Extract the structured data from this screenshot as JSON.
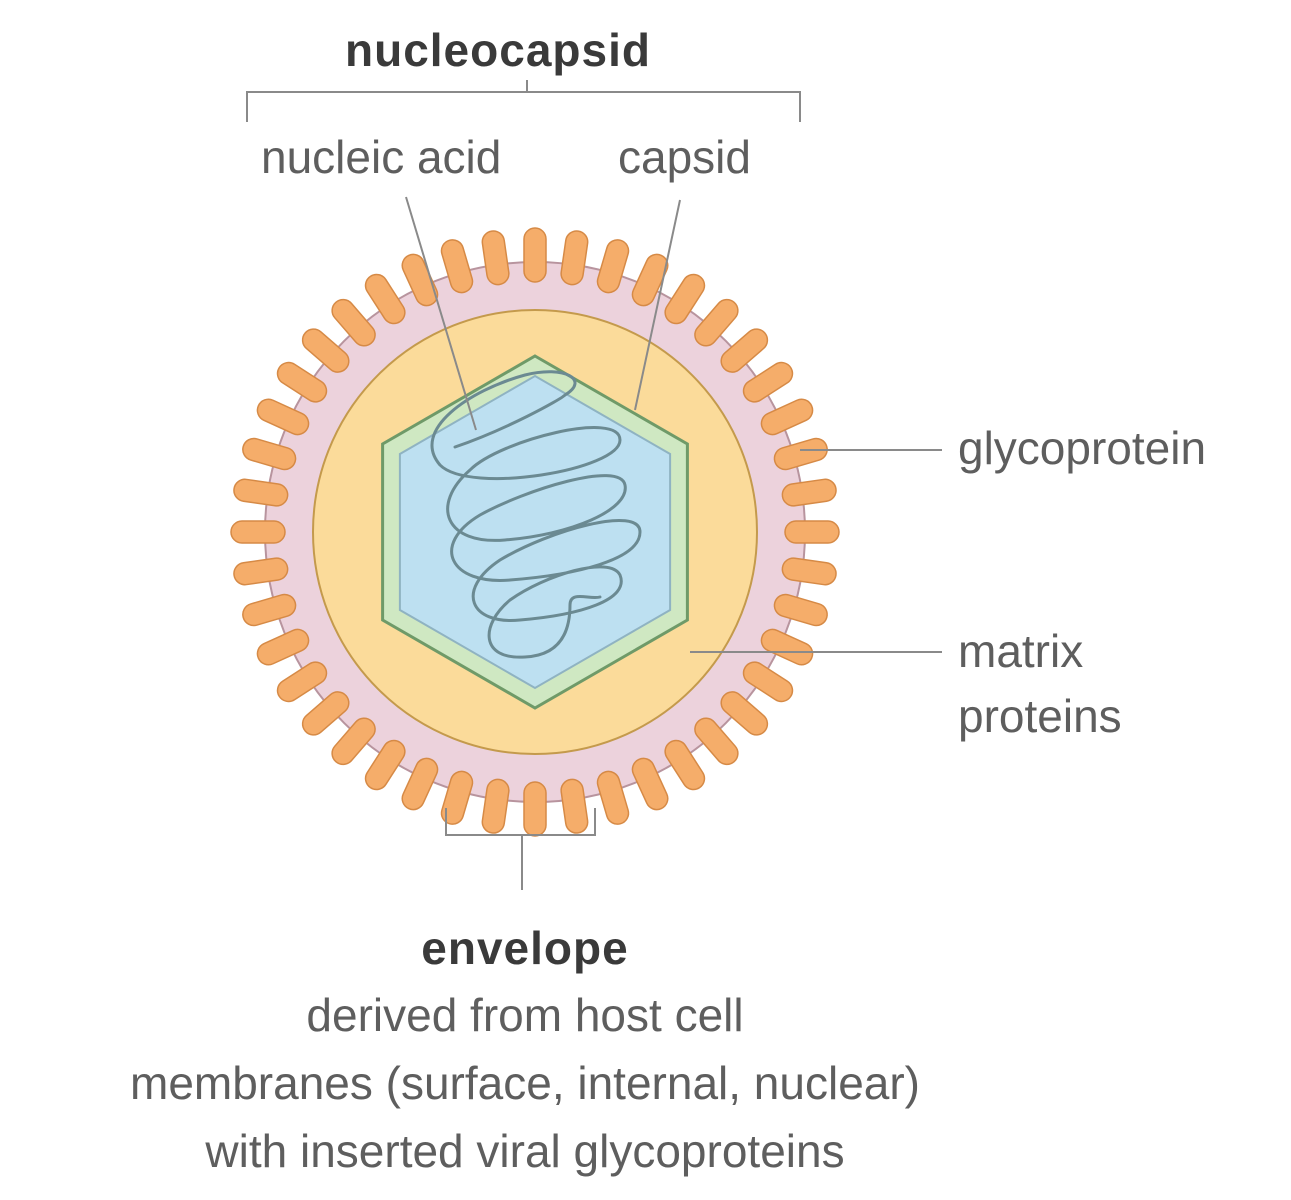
{
  "labels": {
    "nucleocapsid": "nucleocapsid",
    "nucleic_acid": "nucleic acid",
    "capsid": "capsid",
    "glycoprotein": "glycoprotein",
    "matrix_line1": "matrix",
    "matrix_line2": "proteins",
    "envelope": "envelope",
    "envelope_desc": [
      "derived  from host cell",
      "membranes (surface, internal, nuclear)",
      "with inserted viral glycoproteins"
    ]
  },
  "colors": {
    "glycoprotein_spike": "#f5ad6a",
    "spike_outline": "#d68a46",
    "envelope_membrane": "#ecd2dc",
    "matrix_protein": "#fbdb9a",
    "capsid_shell": "#cfe8c2",
    "nucleic_acid_core": "#bde0f1",
    "nucleic_acid_strand": "#6b8a92",
    "leader_line": "#8a8a8a",
    "label_text": "#5e5e5e"
  }
}
